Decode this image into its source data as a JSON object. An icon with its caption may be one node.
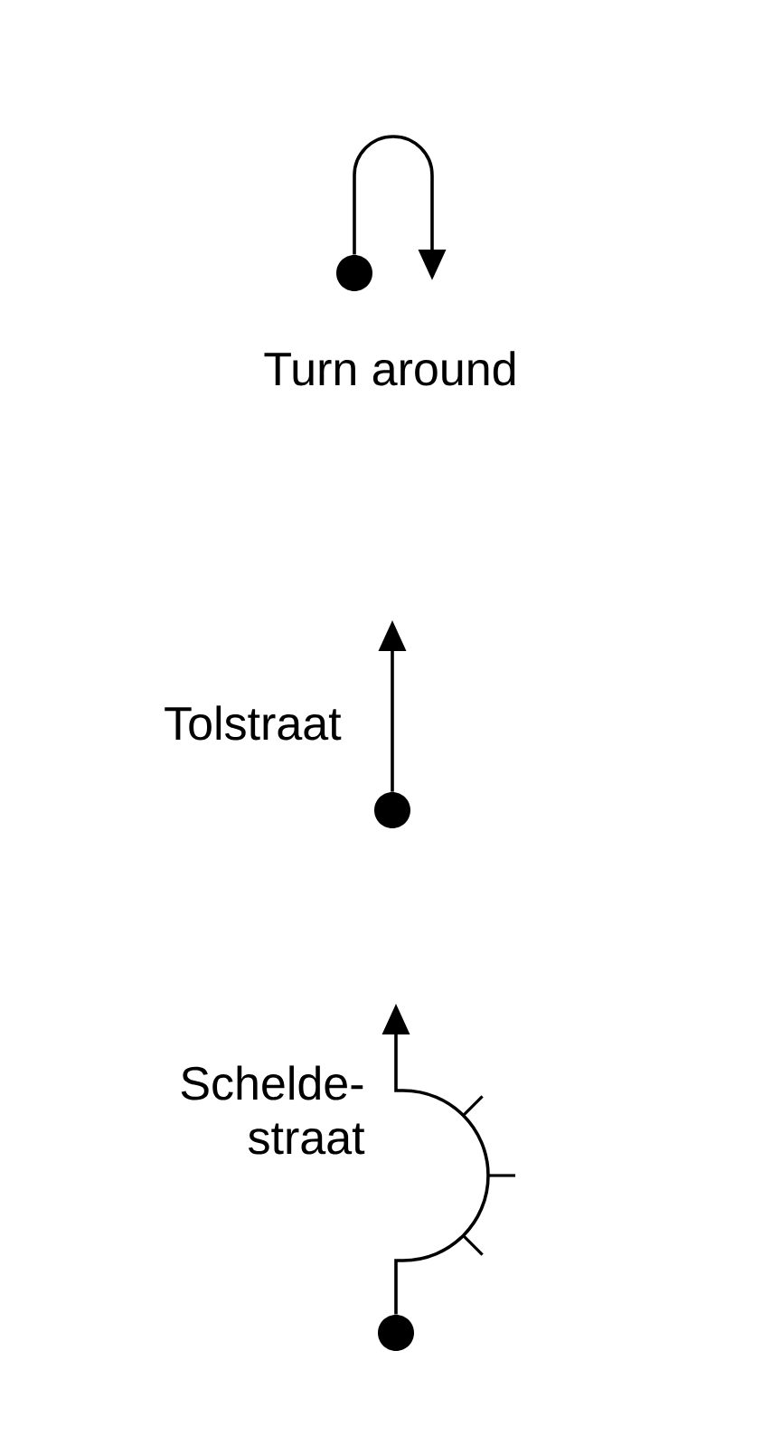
{
  "diagram": {
    "nodes": [
      {
        "text": [],
        "shape": "circle"
      },
      {
        "text": [],
        "shape": "circle"
      },
      {
        "text": [],
        "shape": "circle"
      }
    ],
    "edges": [
      {
        "from": 0,
        "to": null,
        "arrow": "to"
      },
      {
        "from": 1,
        "to": null,
        "arrow": "to"
      },
      {
        "from": 2,
        "to": null,
        "arrow": "to"
      }
    ],
    "labels": [
      "Turn around",
      "Tolstraat",
      "Schelde- straat"
    ]
  }
}
